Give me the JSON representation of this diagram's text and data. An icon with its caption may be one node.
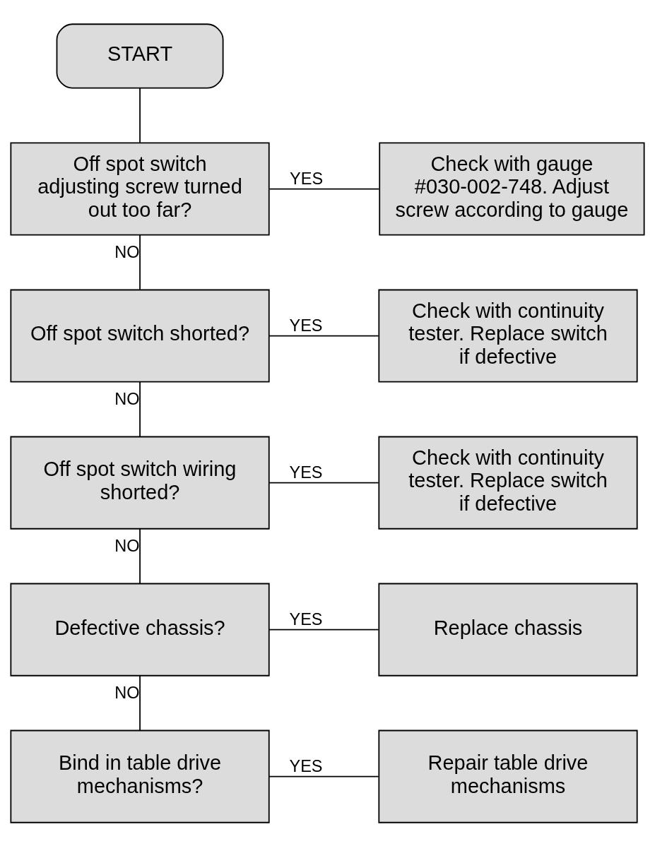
{
  "diagram": {
    "nodes": [
      {
        "text": [
          "START"
        ]
      },
      {
        "text": [
          "Off spot switch adjusting screw turned out too far?"
        ]
      },
      {
        "text": [
          "Check with gauge #030-002-748. Adjust screw according to gauge"
        ]
      },
      {
        "text": [
          "Off spot switch shorted?"
        ]
      },
      {
        "text": [
          "Check with continuity tester. Replace switch if defective"
        ]
      },
      {
        "text": [
          "Off spot switch wiring shorted?"
        ]
      },
      {
        "text": [
          "Check with continuity tester. Replace switch if defective"
        ]
      },
      {
        "text": [
          "Defective chassis?"
        ]
      },
      {
        "text": [
          "Replace chassis"
        ]
      },
      {
        "text": [
          "Bind in table drive mechanisms?"
        ]
      },
      {
        "text": [
          "Repair table drive mechanisms"
        ]
      }
    ],
    "edges": [
      {
        "from": 0,
        "to": 1,
        "arrow": "none"
      },
      {
        "from": 1,
        "to": 2,
        "arrow": "none",
        "label": "YES"
      },
      {
        "from": 1,
        "to": 3,
        "arrow": "none",
        "label": "NO"
      },
      {
        "from": 3,
        "to": 4,
        "arrow": "none",
        "label": "YES"
      },
      {
        "from": 3,
        "to": 5,
        "arrow": "none",
        "label": "NO"
      },
      {
        "from": 5,
        "to": 6,
        "arrow": "none",
        "label": "YES"
      },
      {
        "from": 5,
        "to": 7,
        "arrow": "none",
        "label": "NO"
      },
      {
        "from": 7,
        "to": 8,
        "arrow": "none",
        "label": "YES"
      },
      {
        "from": 7,
        "to": 9,
        "arrow": "none",
        "label": "NO"
      },
      {
        "from": 9,
        "to": 10,
        "arrow": "none",
        "label": "YES"
      }
    ]
  }
}
